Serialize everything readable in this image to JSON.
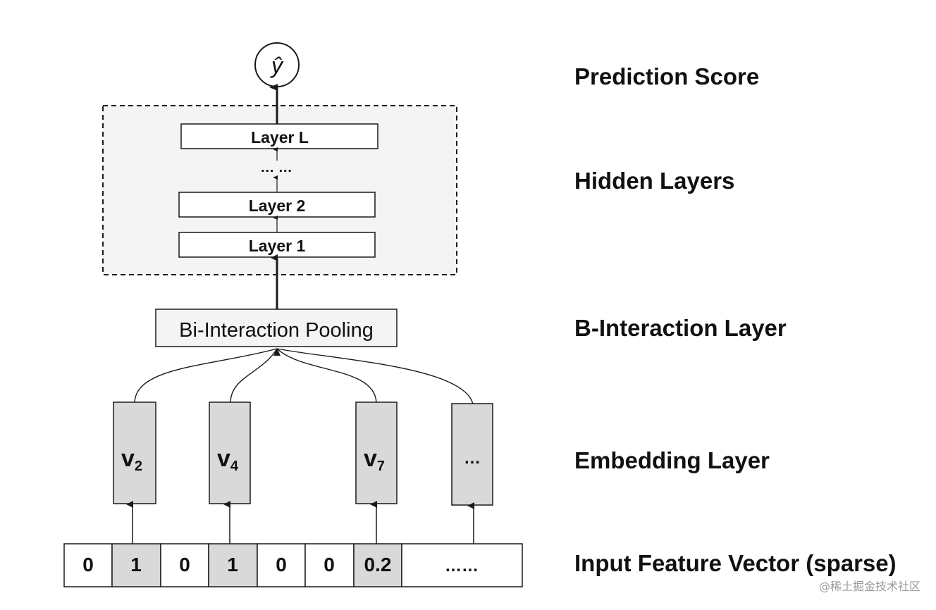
{
  "diagram": {
    "output_symbol": "ŷ",
    "hidden_layers": {
      "top": "Layer L",
      "ellipsis": "… …",
      "second": "Layer 2",
      "first": "Layer 1"
    },
    "pooling_label": "Bi-Interaction Pooling",
    "embeddings": [
      {
        "base": "v",
        "sub": "2"
      },
      {
        "base": "v",
        "sub": "4"
      },
      {
        "base": "v",
        "sub": "7"
      },
      {
        "base": "…",
        "sub": ""
      }
    ],
    "input_cells": [
      "0",
      "1",
      "0",
      "1",
      "0",
      "0",
      "0.2",
      "……"
    ],
    "input_cells_highlighted": [
      false,
      true,
      false,
      true,
      false,
      false,
      true,
      false
    ],
    "side_labels": {
      "prediction": "Prediction Score",
      "hidden": "Hidden Layers",
      "interaction": "B-Interaction Layer",
      "embedding": "Embedding Layer",
      "input": "Input Feature Vector (sparse)"
    },
    "colors": {
      "highlight_fill": "#d9d9d9",
      "panel_fill": "#f4f4f4",
      "stroke": "#1a1a1a"
    }
  },
  "watermark": "@稀土掘金技术社区"
}
